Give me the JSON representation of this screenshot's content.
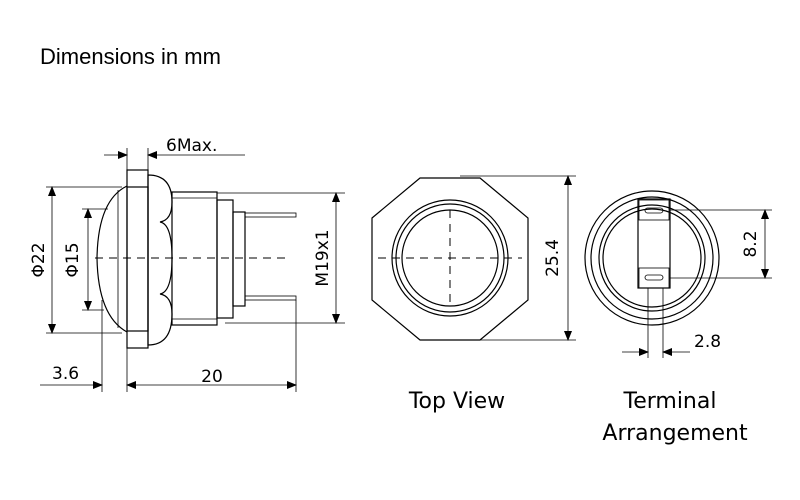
{
  "title": "Dimensions in mm",
  "side_view": {
    "dim_6max": "6Max.",
    "dim_phi22": "Φ22",
    "dim_phi15": "Φ15",
    "dim_m19": "M19x1",
    "dim_3_6": "3.6",
    "dim_20": "20"
  },
  "top_view": {
    "dim_25_4": "25.4",
    "label": "Top View"
  },
  "terminal_view": {
    "dim_8_2": "8.2",
    "dim_2_8": "2.8",
    "label_line1": "Terminal",
    "label_line2": "Arrangement"
  }
}
